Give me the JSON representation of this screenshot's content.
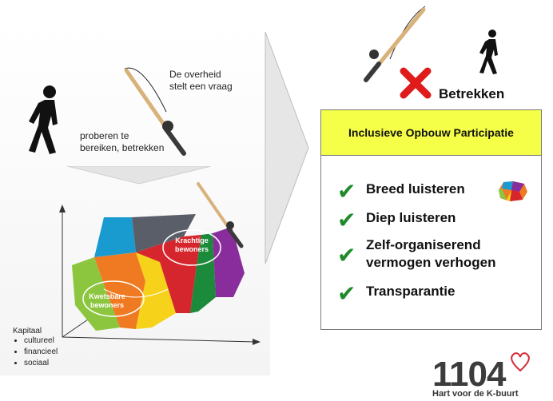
{
  "left": {
    "government_text_1": "De overheid",
    "government_text_2": "stelt een vraag",
    "reach_text_1": "proberen te",
    "reach_text_2": "bereiken, betrekken",
    "strong_residents_1": "Krachtige",
    "strong_residents_2": "bewoners",
    "vulnerable_residents_1": "Kwetsbare",
    "vulnerable_residents_2": "bewoners",
    "capital_label": "Kapitaal",
    "capital_items": [
      "cultureel",
      "financieel",
      "sociaal"
    ]
  },
  "right": {
    "betrekken_label": "Betrekken",
    "box_title": "Inclusieve Opbouw Participatie",
    "items": [
      "Breed luisteren",
      "Diep luisteren",
      "Zelf-organiserend",
      "vermogen verhogen",
      "Transparantie"
    ]
  },
  "logo": {
    "number": "1104",
    "tagline": "Hart voor de K-buurt"
  },
  "colors": {
    "header_yellow": "#f5ff47",
    "check_green": "#1f8a2a",
    "cross_red": "#e01b1b"
  }
}
